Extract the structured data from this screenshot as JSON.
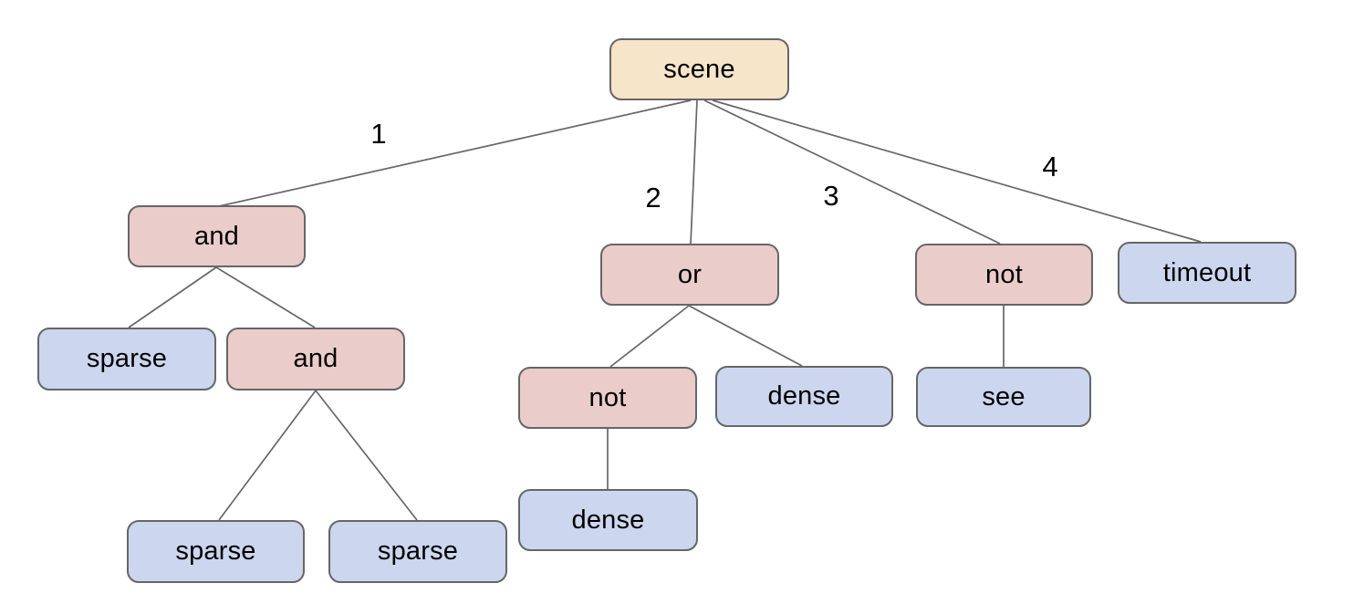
{
  "diagram": {
    "type": "tree",
    "root_id": "scene",
    "nodes": [
      {
        "id": "scene",
        "label": "scene",
        "kind": "root"
      },
      {
        "id": "and-1",
        "label": "and",
        "kind": "operator"
      },
      {
        "id": "or-1",
        "label": "or",
        "kind": "operator"
      },
      {
        "id": "not-1",
        "label": "not",
        "kind": "operator"
      },
      {
        "id": "timeout-1",
        "label": "timeout",
        "kind": "leaf"
      },
      {
        "id": "sparse-1",
        "label": "sparse",
        "kind": "leaf"
      },
      {
        "id": "and-2",
        "label": "and",
        "kind": "operator"
      },
      {
        "id": "not-2",
        "label": "not",
        "kind": "operator"
      },
      {
        "id": "dense-1",
        "label": "dense",
        "kind": "leaf"
      },
      {
        "id": "see-1",
        "label": "see",
        "kind": "leaf"
      },
      {
        "id": "sparse-2",
        "label": "sparse",
        "kind": "leaf"
      },
      {
        "id": "sparse-3",
        "label": "sparse",
        "kind": "leaf"
      },
      {
        "id": "dense-2",
        "label": "dense",
        "kind": "leaf"
      }
    ],
    "edges": [
      {
        "from": "scene",
        "to": "and-1",
        "label": "1"
      },
      {
        "from": "scene",
        "to": "or-1",
        "label": "2"
      },
      {
        "from": "scene",
        "to": "not-1",
        "label": "3"
      },
      {
        "from": "scene",
        "to": "timeout-1",
        "label": "4"
      },
      {
        "from": "and-1",
        "to": "sparse-1"
      },
      {
        "from": "and-1",
        "to": "and-2"
      },
      {
        "from": "and-2",
        "to": "sparse-2"
      },
      {
        "from": "and-2",
        "to": "sparse-3"
      },
      {
        "from": "or-1",
        "to": "not-2"
      },
      {
        "from": "or-1",
        "to": "dense-1"
      },
      {
        "from": "not-2",
        "to": "dense-2"
      },
      {
        "from": "not-1",
        "to": "see-1"
      }
    ],
    "colors": {
      "background": "#ffffff",
      "root_fill": "#f6e5c9",
      "operator_fill": "#eaccca",
      "leaf_fill": "#ccd6ee",
      "border": "#666666",
      "edge": "#666666",
      "text": "#000000"
    }
  }
}
